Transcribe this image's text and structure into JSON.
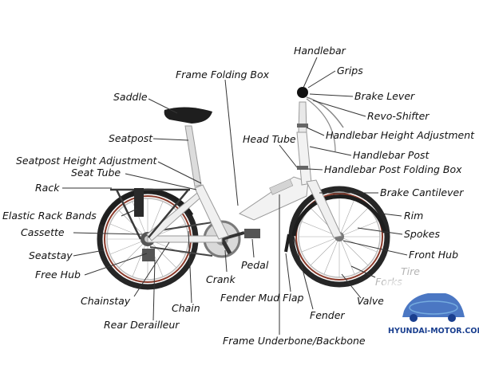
{
  "labels": {
    "handlebar": "Handlebar",
    "grips": "Grips",
    "frame_folding_box": "Frame Folding Box",
    "saddle": "Saddle",
    "brake_lever": "Brake Lever",
    "revo_shifter": "Revo-Shifter",
    "seatpost": "Seatpost",
    "handlebar_height_adjustment": "Handlebar Height Adjustment",
    "head_tube": "Head Tube",
    "seatpost_height_adjustment": "Seatpost Height Adjustment",
    "handlebar_post": "Handlebar Post",
    "seat_tube": "Seat Tube",
    "handlebar_post_folding_box": "Handlebar Post Folding Box",
    "rack": "Rack",
    "brake_cantilever": "Brake Cantilever",
    "elastic_rack_bands": "Elastic Rack Bands",
    "rim": "Rim",
    "cassette": "Cassette",
    "spokes": "Spokes",
    "seatstay": "Seatstay",
    "front_hub": "Front Hub",
    "free_hub": "Free Hub",
    "pedal": "Pedal",
    "tire": "Tire",
    "crank": "Crank",
    "forks": "Forks",
    "chainstay": "Chainstay",
    "fender_mud_flap": "Fender Mud Flap",
    "valve": "Valve",
    "chain": "Chain",
    "fender": "Fender",
    "rear_derailleur": "Rear Derailleur",
    "frame_underbone": "Frame Underbone/Backbone"
  },
  "watermark": {
    "text": "HYUNDAI-MOTOR.COM.VN"
  },
  "colors": {
    "frame": "#f2f2f2",
    "frame_outline": "#9a9a9a",
    "tire": "#2a2a2a",
    "rim_accent": "#8a3a2a",
    "label_text": "#111111",
    "leader_line": "#333333",
    "brand_blue": "#1a3f8f"
  }
}
